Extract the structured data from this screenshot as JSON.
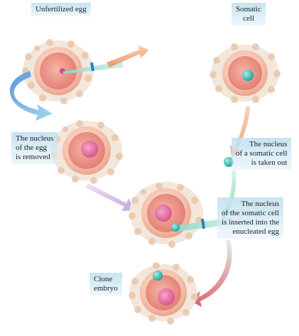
{
  "labels": {
    "unfertilized_egg": "Unfertilized egg",
    "somatic_cell": "Somatic\ncell",
    "egg_nucleus_removed": "The nucleus\nof the egg\nis removed",
    "somatic_nucleus_taken": "The nucleus\nof a somatic cell\nis taken out",
    "somatic_nucleus_inserted": "The nucleus\nof the somatic cell\nis inserted into the\nenucleated egg",
    "clone_embryo": "Clone\nembryo"
  },
  "colors": {
    "cell_outer": "#f2b8a0",
    "cell_inner": "#e88a7e",
    "egg_nucleus": "#e0609a",
    "somatic_nucleus": "#2bb6b0",
    "arrow_blue": "#6ab6e6",
    "arrow_orange": "#f0a66a",
    "arrow_purple": "#c8a8e0",
    "arrow_green": "#9ad6b4",
    "label_bg": "#c4e2f0"
  }
}
